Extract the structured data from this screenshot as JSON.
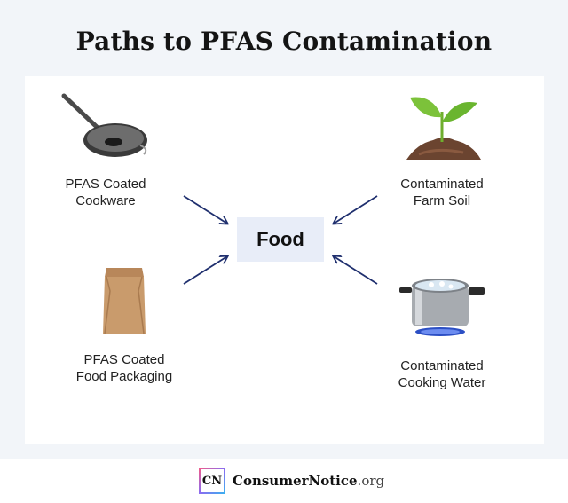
{
  "title": "Paths to PFAS Contamination",
  "center": "Food",
  "sources": {
    "cookware": {
      "line1": "PFAS Coated",
      "line2": "Cookware",
      "icon": "frying-pan-icon"
    },
    "soil": {
      "line1": "Contaminated",
      "line2": "Farm Soil",
      "icon": "sprout-in-soil-icon"
    },
    "packaging": {
      "line1": "PFAS Coated",
      "line2": "Food Packaging",
      "icon": "paper-bag-icon"
    },
    "water": {
      "line1": "Contaminated",
      "line2": "Cooking Water",
      "icon": "boiling-pot-icon"
    }
  },
  "footer": {
    "logo_mark": "CN",
    "brand_name": "ConsumerNotice",
    "brand_tld": ".org"
  },
  "colors": {
    "arrow": "#1f2f6e",
    "food_box": "#e8edf8",
    "background": "#f2f5f9"
  }
}
